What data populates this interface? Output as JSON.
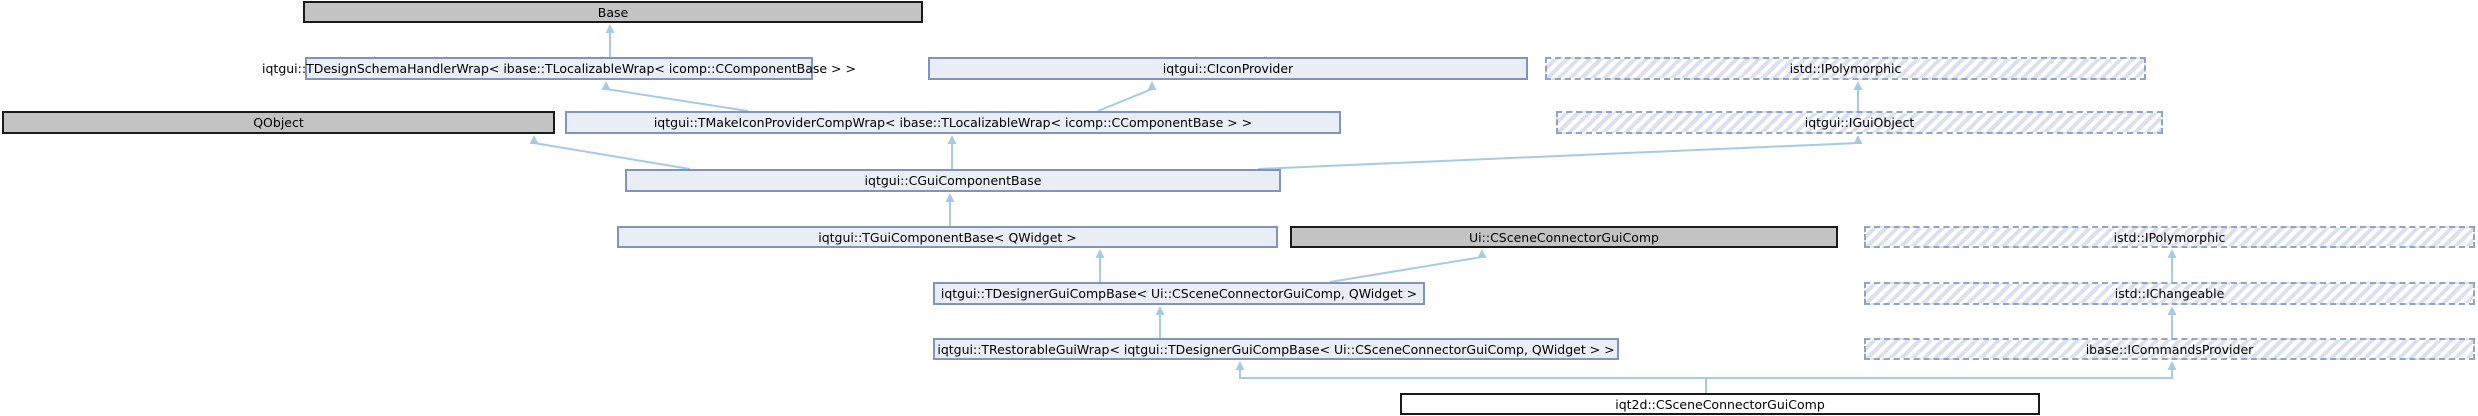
{
  "diagram": {
    "type": "class-inheritance-graph",
    "current_class": "iqt2d::CSceneConnectorGuiComp",
    "nodes": [
      {
        "id": "base",
        "label": "Base",
        "kind": "external"
      },
      {
        "id": "design-schema-wrap",
        "label": "iqtgui::TDesignSchemaHandlerWrap< ibase::TLocalizableWrap< icomp::CComponentBase > >",
        "kind": "documented"
      },
      {
        "id": "icon-provider",
        "label": "iqtgui::CIconProvider",
        "kind": "documented"
      },
      {
        "id": "ipolymorphic-top",
        "label": "istd::IPolymorphic",
        "kind": "truncated"
      },
      {
        "id": "qobject",
        "label": "QObject",
        "kind": "external"
      },
      {
        "id": "make-icon-provider-wrap",
        "label": "iqtgui::TMakeIconProviderCompWrap< ibase::TLocalizableWrap< icomp::CComponentBase > >",
        "kind": "documented"
      },
      {
        "id": "igui-object",
        "label": "iqtgui::IGuiObject",
        "kind": "truncated"
      },
      {
        "id": "cgui-component-base",
        "label": "iqtgui::CGuiComponentBase",
        "kind": "documented"
      },
      {
        "id": "tgui-component-base",
        "label": "iqtgui::TGuiComponentBase< QWidget >",
        "kind": "documented"
      },
      {
        "id": "ui-scene-connector",
        "label": "Ui::CSceneConnectorGuiComp",
        "kind": "external"
      },
      {
        "id": "ipolymorphic-mid",
        "label": "istd::IPolymorphic",
        "kind": "truncated"
      },
      {
        "id": "tdesigner-gui-comp-base",
        "label": "iqtgui::TDesignerGuiCompBase< Ui::CSceneConnectorGuiComp, QWidget >",
        "kind": "documented"
      },
      {
        "id": "ichangeable",
        "label": "istd::IChangeable",
        "kind": "truncated"
      },
      {
        "id": "trestorable-gui-wrap",
        "label": "iqtgui::TRestorableGuiWrap< iqtgui::TDesignerGuiCompBase< Ui::CSceneConnectorGuiComp, QWidget > >",
        "kind": "documented"
      },
      {
        "id": "icommands-provider",
        "label": "ibase::ICommandsProvider",
        "kind": "truncated"
      },
      {
        "id": "iqt2d-scene-connector",
        "label": "iqt2d::CSceneConnectorGuiComp",
        "kind": "current"
      }
    ],
    "edges": [
      {
        "from": "design-schema-wrap",
        "to": "base"
      },
      {
        "from": "make-icon-provider-wrap",
        "to": "design-schema-wrap"
      },
      {
        "from": "make-icon-provider-wrap",
        "to": "icon-provider"
      },
      {
        "from": "igui-object",
        "to": "ipolymorphic-top"
      },
      {
        "from": "cgui-component-base",
        "to": "qobject"
      },
      {
        "from": "cgui-component-base",
        "to": "make-icon-provider-wrap"
      },
      {
        "from": "cgui-component-base",
        "to": "igui-object"
      },
      {
        "from": "tgui-component-base",
        "to": "cgui-component-base"
      },
      {
        "from": "tdesigner-gui-comp-base",
        "to": "tgui-component-base"
      },
      {
        "from": "tdesigner-gui-comp-base",
        "to": "ui-scene-connector"
      },
      {
        "from": "ichangeable",
        "to": "ipolymorphic-mid"
      },
      {
        "from": "icommands-provider",
        "to": "ichangeable"
      },
      {
        "from": "trestorable-gui-wrap",
        "to": "tdesigner-gui-comp-base"
      },
      {
        "from": "iqt2d-scene-connector",
        "to": "trestorable-gui-wrap"
      },
      {
        "from": "iqt2d-scene-connector",
        "to": "icommands-provider"
      }
    ],
    "legend": {
      "external_style": "solid gray box",
      "documented_style": "light blue box",
      "truncated_style": "hatched dashed box",
      "current_style": "white box with black border"
    },
    "palette": {
      "edge_color": "#a7cbe5",
      "documented_fill": "#e9edf6",
      "documented_border": "#8293c2",
      "external_fill": "#c3c3c3",
      "external_border": "#1a1a1a",
      "truncated_border": "#93a3c6",
      "truncated_stripe": "#dbe1ef",
      "current_fill": "#ffffff",
      "current_border": "#1a1a1a",
      "text_color": "#000000",
      "background": "#ffffff"
    }
  }
}
